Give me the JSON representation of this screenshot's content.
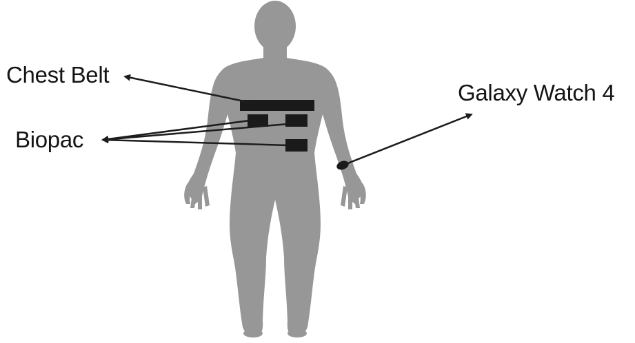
{
  "labels": {
    "chest_belt": "Chest Belt",
    "biopac": "Biopac",
    "watch": "Galaxy Watch 4"
  },
  "colors": {
    "body": "#979797",
    "sensor": "#1a1a1a",
    "arrow": "#1c1c1c",
    "text": "#141414"
  },
  "icons": {
    "figure": "human-body-silhouette-icon"
  }
}
